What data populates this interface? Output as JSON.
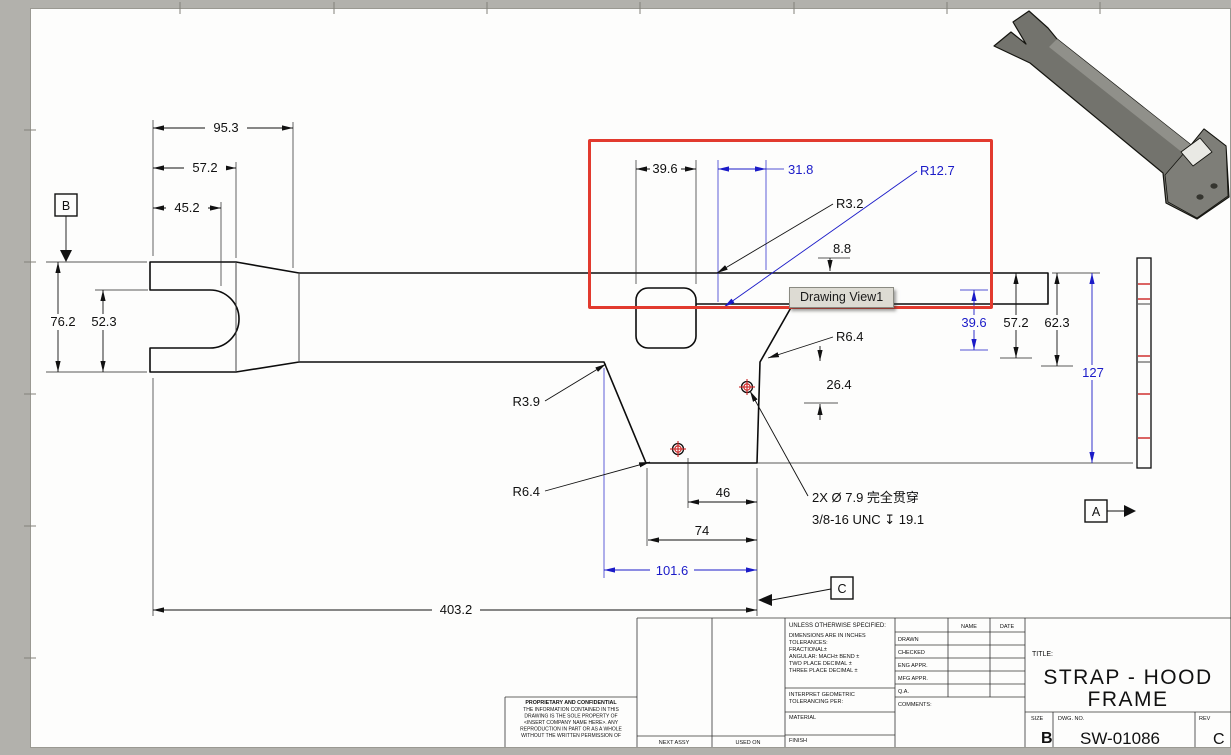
{
  "tooltip": {
    "text": "Drawing View1"
  },
  "colors": {
    "highlight_red": "#e23a2e",
    "dimension_blue": "#1b1bc8",
    "mark_red": "#cc2222",
    "sheet_white": "#fdfdfc"
  },
  "datums": {
    "a": "A",
    "b": "B",
    "c": "C"
  },
  "dims": {
    "d95_3": "95.3",
    "d57_2": "57.2",
    "d45_2": "45.2",
    "d76_2": "76.2",
    "d52_3": "52.3",
    "d39_6_notch": "39.6",
    "d31_8": "31.8",
    "r12_7": "R12.7",
    "r3_2": "R3.2",
    "d8_8": "8.8",
    "d39_6_right": "39.6",
    "d57_2_right": "57.2",
    "d62_3": "62.3",
    "d127": "127",
    "r6_4_upper": "R6.4",
    "d26_4": "26.4",
    "r3_9": "R3.9",
    "r6_4_lower": "R6.4",
    "d46": "46",
    "d74": "74",
    "note_line1": "2X Ø 7.9 完全贯穿",
    "note_line2": "3/8-16 UNC ↧ 19.1",
    "d101_6": "101.6",
    "d403_2": "403.2"
  },
  "tb": {
    "unless": "UNLESS OTHERWISE SPECIFIED:",
    "tol": [
      "DIMENSIONS ARE IN INCHES",
      "TOLERANCES:",
      "FRACTIONAL±",
      "ANGULAR: MACH±   BEND ±",
      "TWO PLACE DECIMAL    ±",
      "THREE PLACE DECIMAL  ±"
    ],
    "interpret1": "INTERPRET GEOMETRIC",
    "interpret2": "TOLERANCING PER:",
    "material": "MATERIAL",
    "finish": "FINISH",
    "name_h": "NAME",
    "date_h": "DATE",
    "rows": [
      "DRAWN",
      "CHECKED",
      "ENG APPR.",
      "MFG APPR.",
      "Q.A.",
      "COMMENTS:"
    ],
    "title_label": "TITLE:",
    "title1": "STRAP - HOOD",
    "title2": "FRAME",
    "size_label": "SIZE",
    "size_val": "B",
    "dwg_label": "DWG. NO.",
    "dwg_val": "SW-01086",
    "rev_label": "REV",
    "rev_val": "C",
    "next_assy": "NEXT ASSY",
    "used_on": "USED ON",
    "prop_title": "PROPRIETARY AND CONFIDENTIAL",
    "prop_lines": [
      "THE INFORMATION CONTAINED IN THIS",
      "DRAWING IS THE SOLE PROPERTY OF",
      "<INSERT COMPANY NAME HERE>. ANY",
      "REPRODUCTION IN PART OR AS A WHOLE",
      "WITHOUT THE WRITTEN PERMISSION OF"
    ]
  }
}
